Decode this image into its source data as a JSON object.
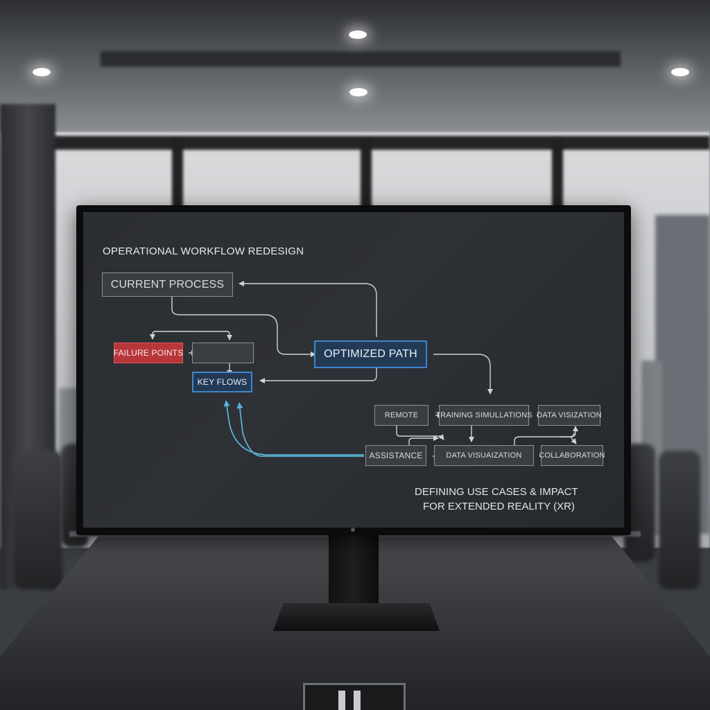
{
  "screen": {
    "title": "OPERATIONAL WORKFLOW REDESIGN",
    "caption_line1": "DEFINING USE CASES & IMPACT",
    "caption_line2": "FOR EXTENDED REALITY (XR)"
  },
  "nodes": {
    "current_process": "CURRENT PROCESS",
    "failure_points": "FAILURE POINTS",
    "blank_box": "",
    "key_flows": "KEY FLOWS",
    "optimized_path": "OPTIMIZED PATH",
    "remote": "REMOTE",
    "training_simulations": "TRAINING SIMULLATIONS",
    "data_visualization_top": "DATA VISIZATION",
    "assistance": "ASSISTANCE",
    "data_visualization_bottom": "DATA VISUAIZATION",
    "collaboration": "COLLABORATION"
  },
  "colors": {
    "failure_red": "#b7363a",
    "highlight_blue": "#3f86c9",
    "screen_bg": "#2b2e33",
    "arrow_light": "#d0d3d6",
    "arrow_cyan": "#5ab2d6"
  }
}
